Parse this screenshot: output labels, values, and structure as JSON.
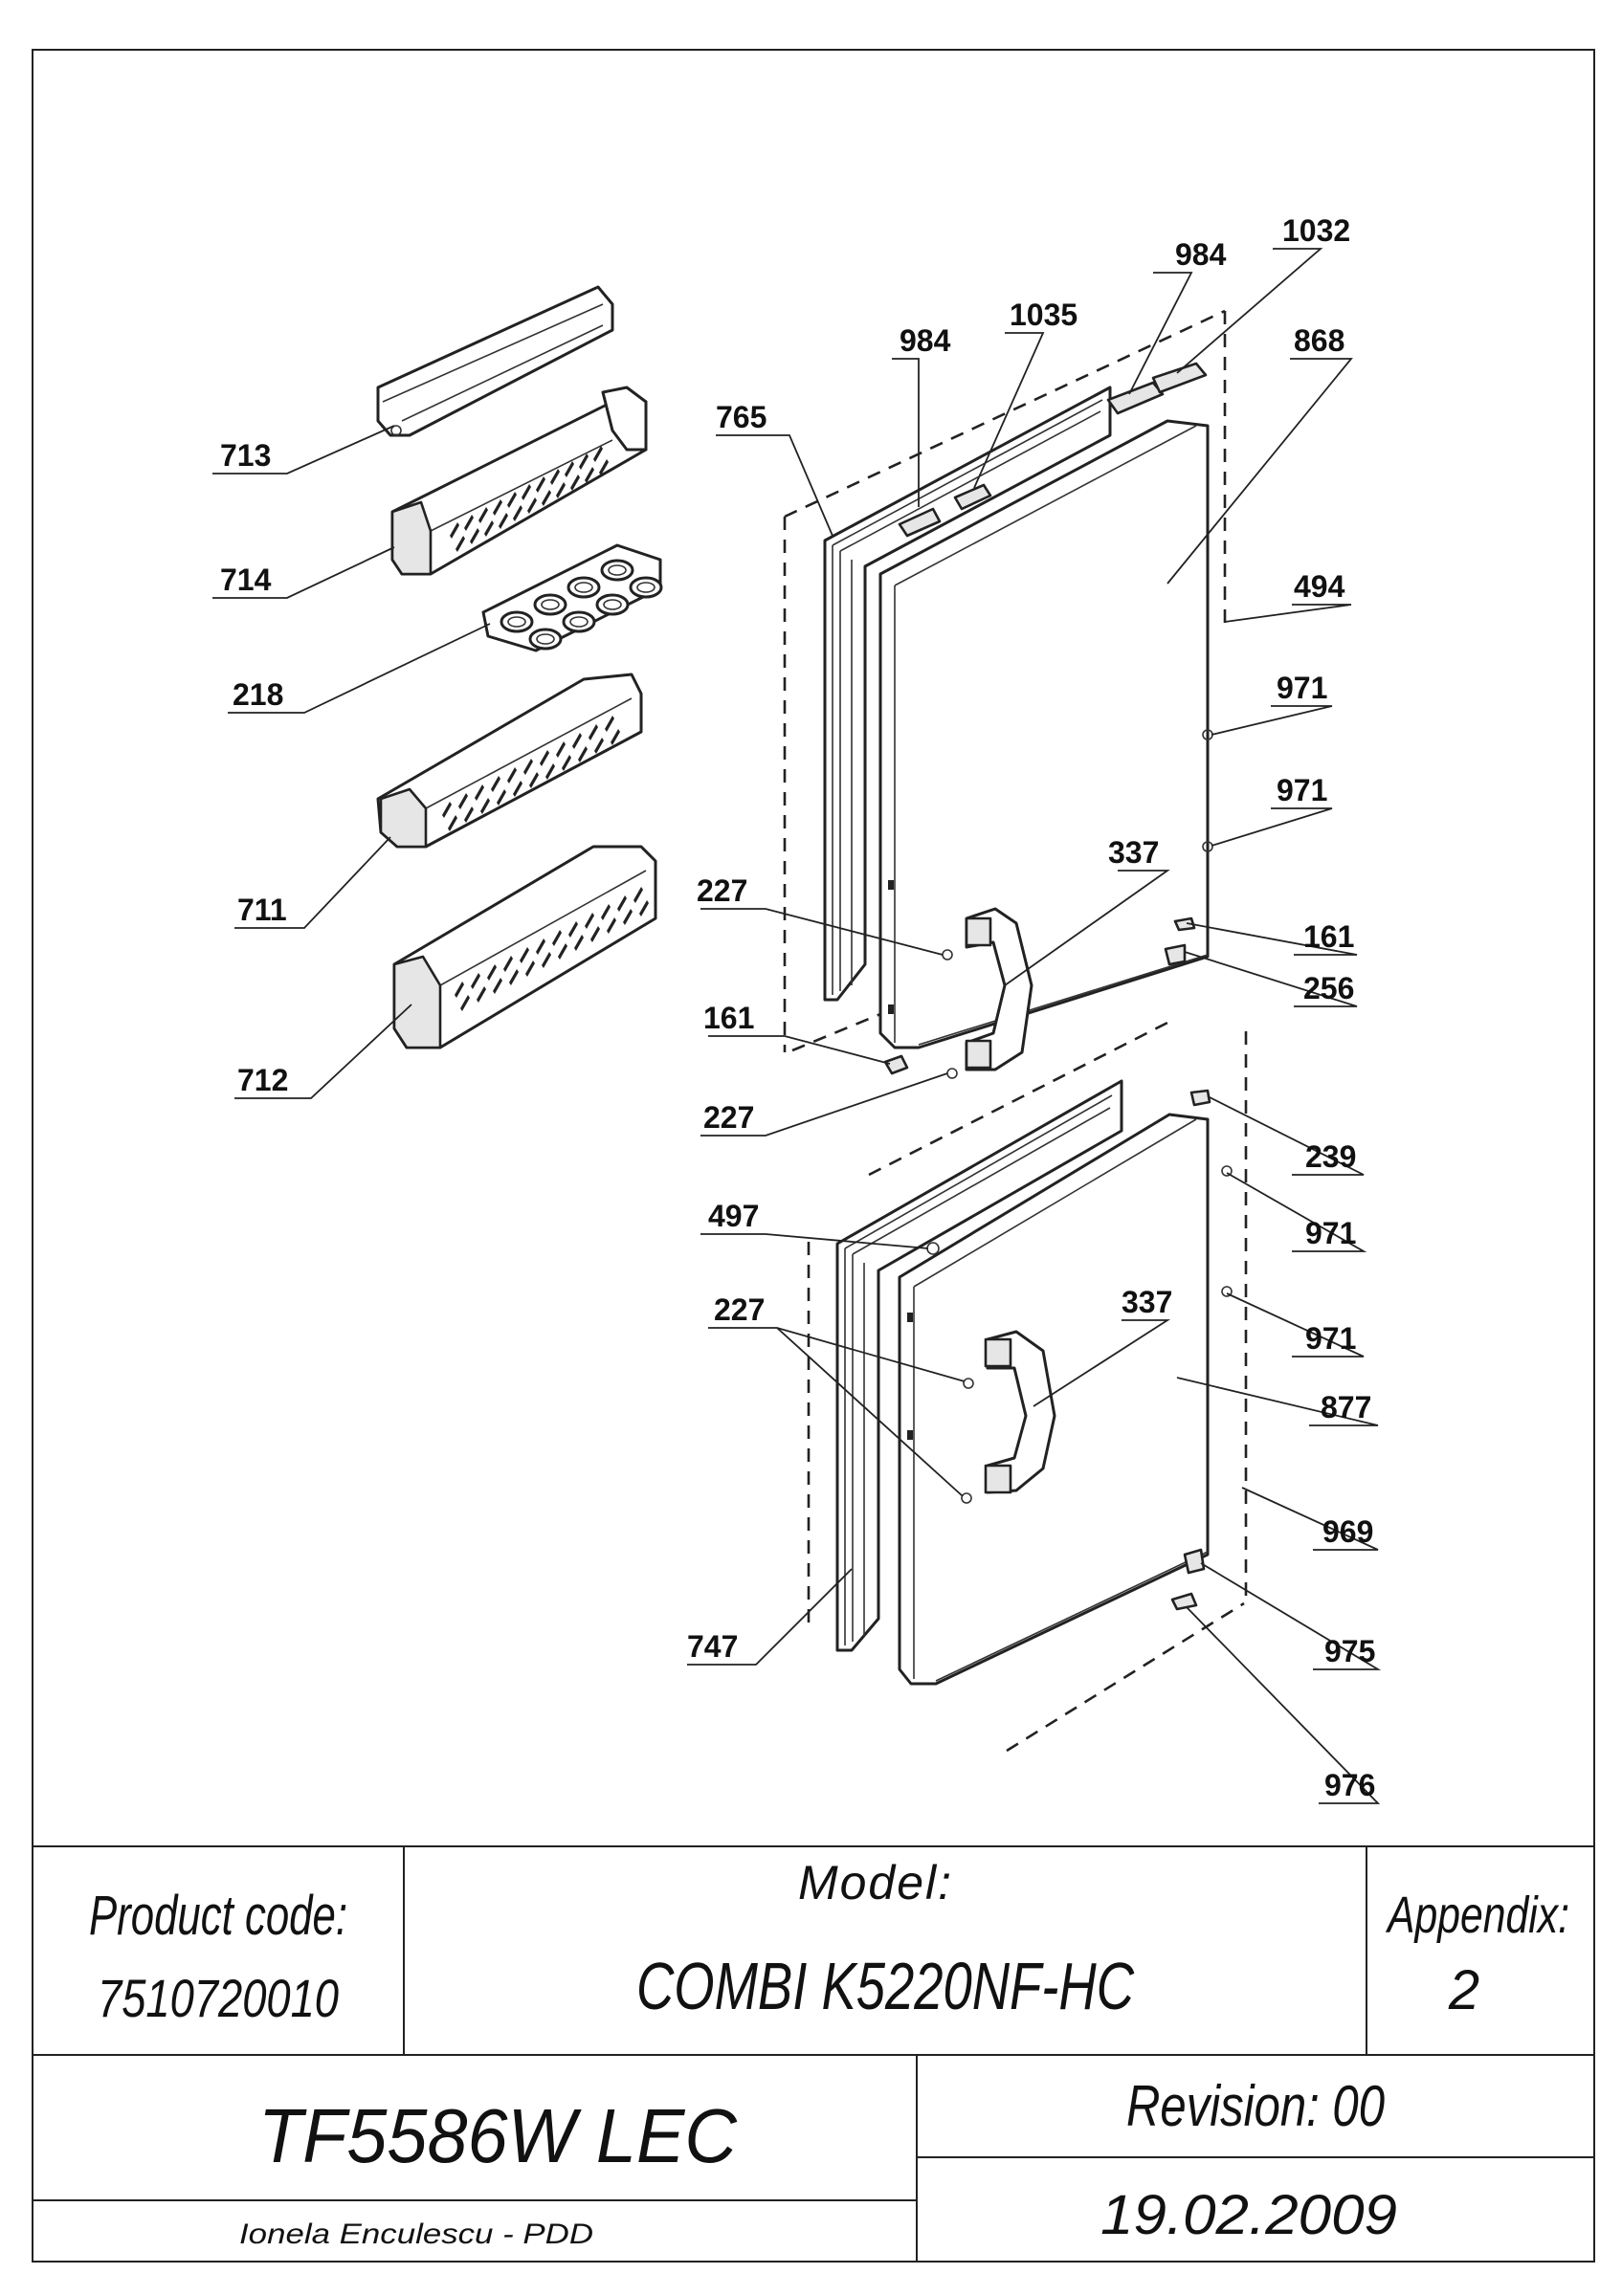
{
  "callouts": [
    {
      "id": "713",
      "label": "713"
    },
    {
      "id": "714",
      "label": "714"
    },
    {
      "id": "218",
      "label": "218"
    },
    {
      "id": "711",
      "label": "711"
    },
    {
      "id": "712",
      "label": "712"
    },
    {
      "id": "765",
      "label": "765"
    },
    {
      "id": "984a",
      "label": "984"
    },
    {
      "id": "1035",
      "label": "1035"
    },
    {
      "id": "984b",
      "label": "984"
    },
    {
      "id": "1032",
      "label": "1032"
    },
    {
      "id": "868",
      "label": "868"
    },
    {
      "id": "494",
      "label": "494"
    },
    {
      "id": "971a",
      "label": "971"
    },
    {
      "id": "971b",
      "label": "971"
    },
    {
      "id": "337a",
      "label": "337"
    },
    {
      "id": "227a",
      "label": "227"
    },
    {
      "id": "161a",
      "label": "161"
    },
    {
      "id": "256",
      "label": "256"
    },
    {
      "id": "161b",
      "label": "161"
    },
    {
      "id": "227b",
      "label": "227"
    },
    {
      "id": "239",
      "label": "239"
    },
    {
      "id": "497",
      "label": "497"
    },
    {
      "id": "971c",
      "label": "971"
    },
    {
      "id": "337b",
      "label": "337"
    },
    {
      "id": "227c",
      "label": "227"
    },
    {
      "id": "971d",
      "label": "971"
    },
    {
      "id": "877",
      "label": "877"
    },
    {
      "id": "969",
      "label": "969"
    },
    {
      "id": "747",
      "label": "747"
    },
    {
      "id": "975",
      "label": "975"
    },
    {
      "id": "976",
      "label": "976"
    }
  ],
  "title_block": {
    "product_code_label": "Product code:",
    "product_code_value": "7510720010",
    "model_label": "Model:",
    "model_value": "COMBI K5220NF-HC",
    "appendix_label": "Appendix:",
    "appendix_value": "2",
    "drawing_code": "TF5586W LEC",
    "revision": "Revision: 00",
    "author": "Ionela Enculescu - PDD",
    "date": "19.02.2009"
  }
}
